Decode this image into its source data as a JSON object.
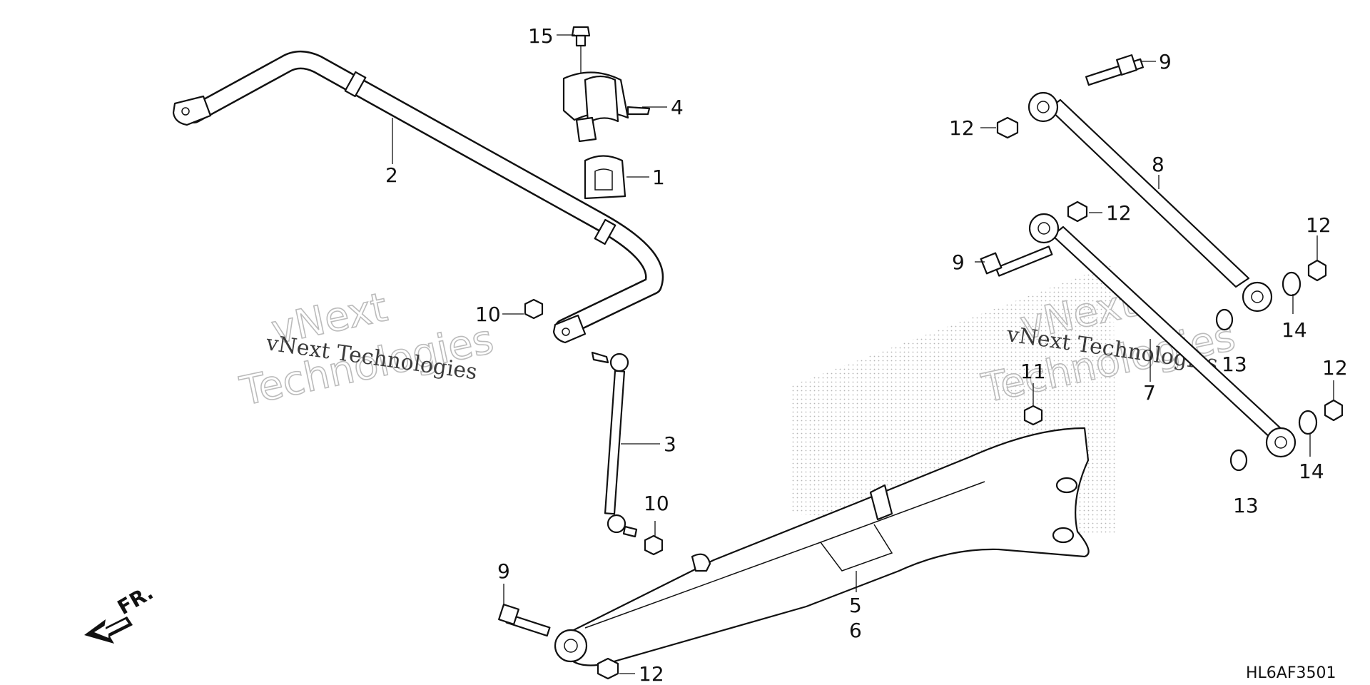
{
  "diagram": {
    "callouts": {
      "c1": "1",
      "c2": "2",
      "c3": "3",
      "c4": "4",
      "c5": "5",
      "c6": "6",
      "c7": "7",
      "c8": "8",
      "c9a": "9",
      "c9b": "9",
      "c9c": "9",
      "c10a": "10",
      "c10b": "10",
      "c11": "11",
      "c12a": "12",
      "c12b": "12",
      "c12c": "12",
      "c12d": "12",
      "c12e": "12",
      "c13a": "13",
      "c13b": "13",
      "c14a": "14",
      "c14b": "14",
      "c15": "15"
    },
    "front_label": "FR.",
    "drawing_code": "HL6AF3501",
    "watermark": {
      "small": "vNext Technologies",
      "big_line1": "vNext",
      "big_line2": "Technologies"
    }
  }
}
